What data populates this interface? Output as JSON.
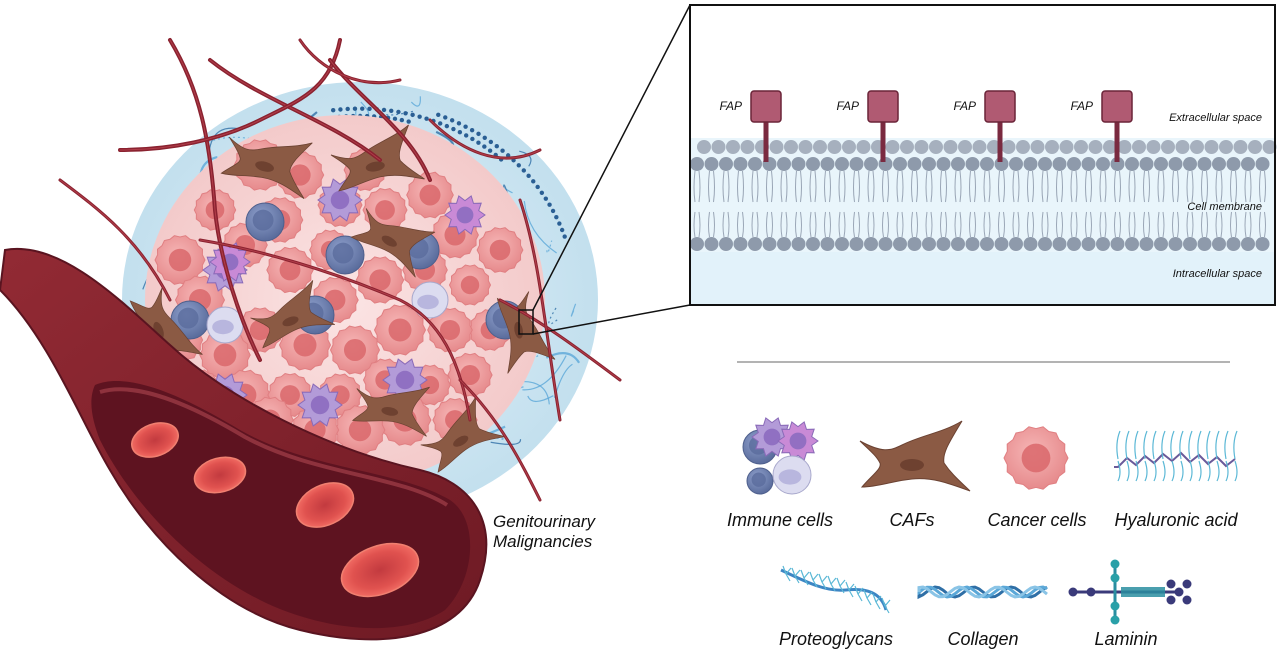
{
  "colors": {
    "vessel_outer": "#7d1f2a",
    "vessel_inner": "#5a1420",
    "vessel_lumen": "#8e2632",
    "rbc": "#d9474b",
    "tumor_halo": "#cfe7f2",
    "tumor_core": "#f7d6d6",
    "cancer_cell": "#ee9a9b",
    "cancer_nucleus": "#d9676b",
    "caf": "#8b5a44",
    "immune_blue": "#6b7fb0",
    "immune_purple": "#b39bd8",
    "immune_magenta": "#c98ad6",
    "fap": "#b05a72",
    "membrane_head": "#8e9aab",
    "membrane_bg": "#e6f4fa",
    "ecm_blue": "#4a90c4"
  },
  "tumor": {
    "label_line1": "Genitourinary",
    "label_line2": "Malignancies"
  },
  "zoom_panel": {
    "fap_label": "FAP",
    "fap_count": 4,
    "extracellular": "Extracellular space",
    "membrane": "Cell membrane",
    "intracellular": "Intracellular space"
  },
  "legend": {
    "row1": [
      {
        "key": "immune",
        "label": "Immune cells"
      },
      {
        "key": "caf",
        "label": "CAFs"
      },
      {
        "key": "cancer",
        "label": "Cancer cells"
      },
      {
        "key": "hyaluronic",
        "label": "Hyaluronic acid"
      }
    ],
    "row2": [
      {
        "key": "proteoglycans",
        "label": "Proteoglycans"
      },
      {
        "key": "collagen",
        "label": "Collagen"
      },
      {
        "key": "laminin",
        "label": "Laminin"
      }
    ]
  }
}
